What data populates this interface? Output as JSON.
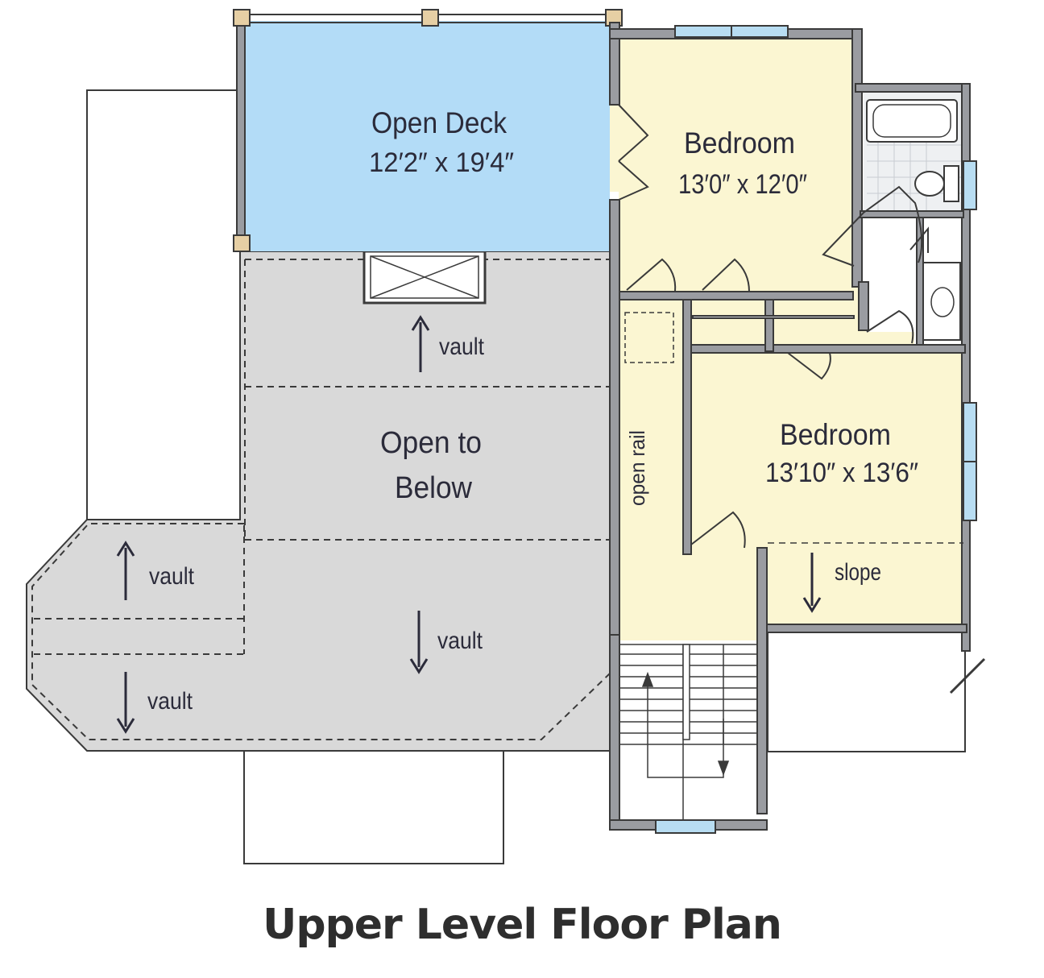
{
  "title": "Upper Level Floor Plan",
  "colors": {
    "deck": "#b3dcf7",
    "bedroom": "#fbf6d2",
    "open_below": "#d9d9d9",
    "wall": "#9a9ca1",
    "outline": "#3a3a3a",
    "window": "#b8ddf2"
  },
  "rooms": {
    "open_deck": {
      "name": "Open Deck",
      "size": "12′2″ x 19′4″"
    },
    "bedroom_1": {
      "name": "Bedroom",
      "size": "13′0″ x 12′0″"
    },
    "bedroom_2": {
      "name": "Bedroom",
      "size": "13′10″ x 13′6″"
    },
    "open_to_below": {
      "line1": "Open to",
      "line2": "Below"
    }
  },
  "annotations": {
    "vault_top": "vault",
    "vault_left_upper": "vault",
    "vault_center": "vault",
    "vault_left_lower": "vault",
    "slope": "slope",
    "open_rail": "open rail"
  }
}
